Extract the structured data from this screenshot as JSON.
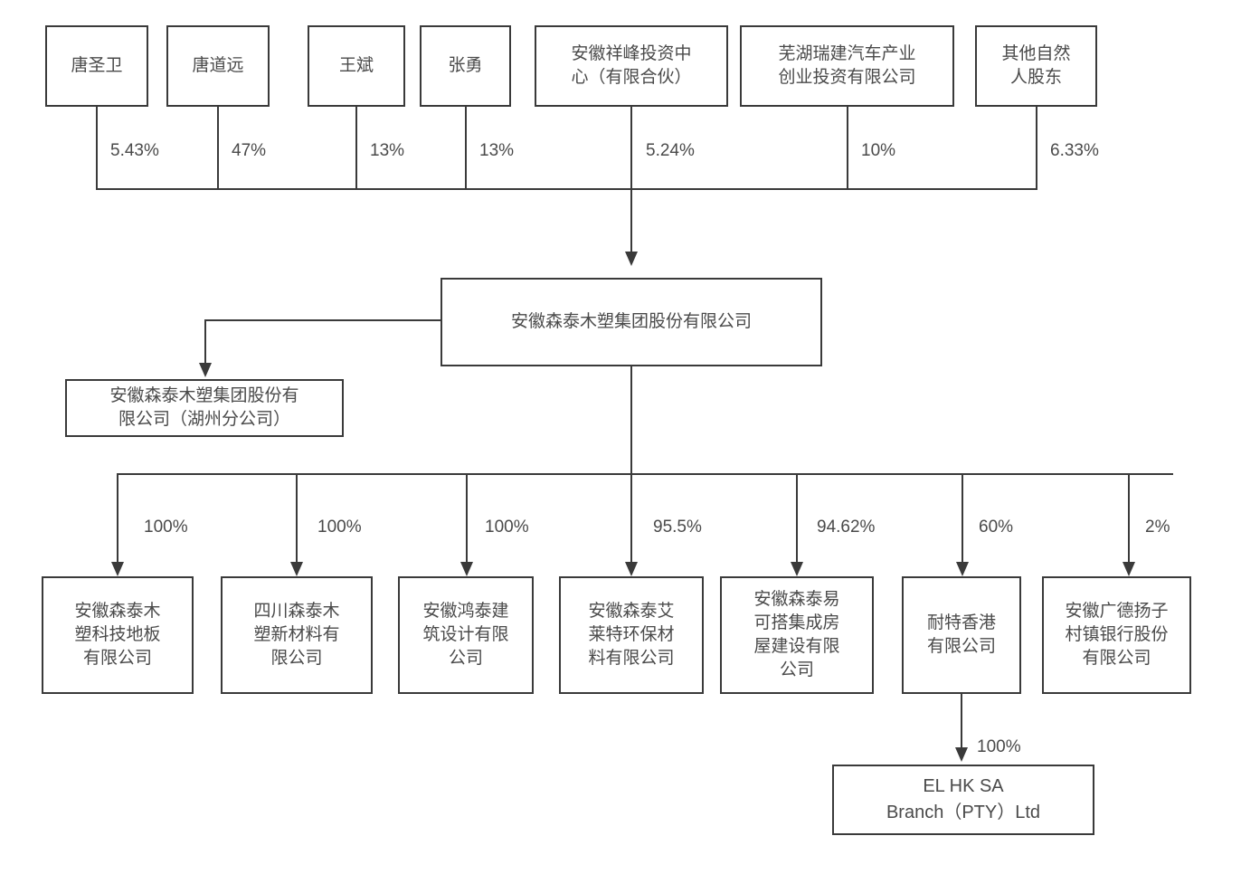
{
  "diagram": {
    "type": "ownership-structure-chart",
    "title": "",
    "colors": {
      "stroke": "#3a3a3a",
      "text": "#4a4a4a",
      "background": "#ffffff"
    },
    "shareholders": [
      {
        "id": "sh1",
        "label": "唐圣卫",
        "percent": "5.43%"
      },
      {
        "id": "sh2",
        "label": "唐道远",
        "percent": "47%"
      },
      {
        "id": "sh3",
        "label": "王斌",
        "percent": "13%"
      },
      {
        "id": "sh4",
        "label": "张勇",
        "percent": "13%"
      },
      {
        "id": "sh5",
        "label": "安徽祥峰投资中\n心（有限合伙）",
        "percent": "5.24%"
      },
      {
        "id": "sh6",
        "label": "芜湖瑞建汽车产业\n创业投资有限公司",
        "percent": "10%"
      },
      {
        "id": "sh7",
        "label": "其他自然\n人股东",
        "percent": "6.33%"
      }
    ],
    "parent": {
      "id": "parent",
      "label": "安徽森泰木塑集团股份有限公司"
    },
    "branch": {
      "id": "branch",
      "label": "安徽森泰木塑集团股份有\n限公司（湖州分公司）"
    },
    "subsidiaries": [
      {
        "id": "sub1",
        "label": "安徽森泰木\n塑科技地板\n有限公司",
        "percent": "100%"
      },
      {
        "id": "sub2",
        "label": "四川森泰木\n塑新材料有\n限公司",
        "percent": "100%"
      },
      {
        "id": "sub3",
        "label": "安徽鸿泰建\n筑设计有限\n公司",
        "percent": "100%"
      },
      {
        "id": "sub4",
        "label": "安徽森泰艾\n莱特环保材\n料有限公司",
        "percent": "95.5%"
      },
      {
        "id": "sub5",
        "label": "安徽森泰易\n可搭集成房\n屋建设有限\n公司",
        "percent": "94.62%"
      },
      {
        "id": "sub6",
        "label": "耐特香港\n有限公司",
        "percent": "60%"
      },
      {
        "id": "sub7",
        "label": "安徽广德扬子\n村镇银行股份\n有限公司",
        "percent": "2%"
      }
    ],
    "grandchild": {
      "id": "grandchild",
      "label": "EL HK SA\nBranch（PTY）Ltd",
      "percent": "100%",
      "parent_id": "sub6"
    }
  }
}
